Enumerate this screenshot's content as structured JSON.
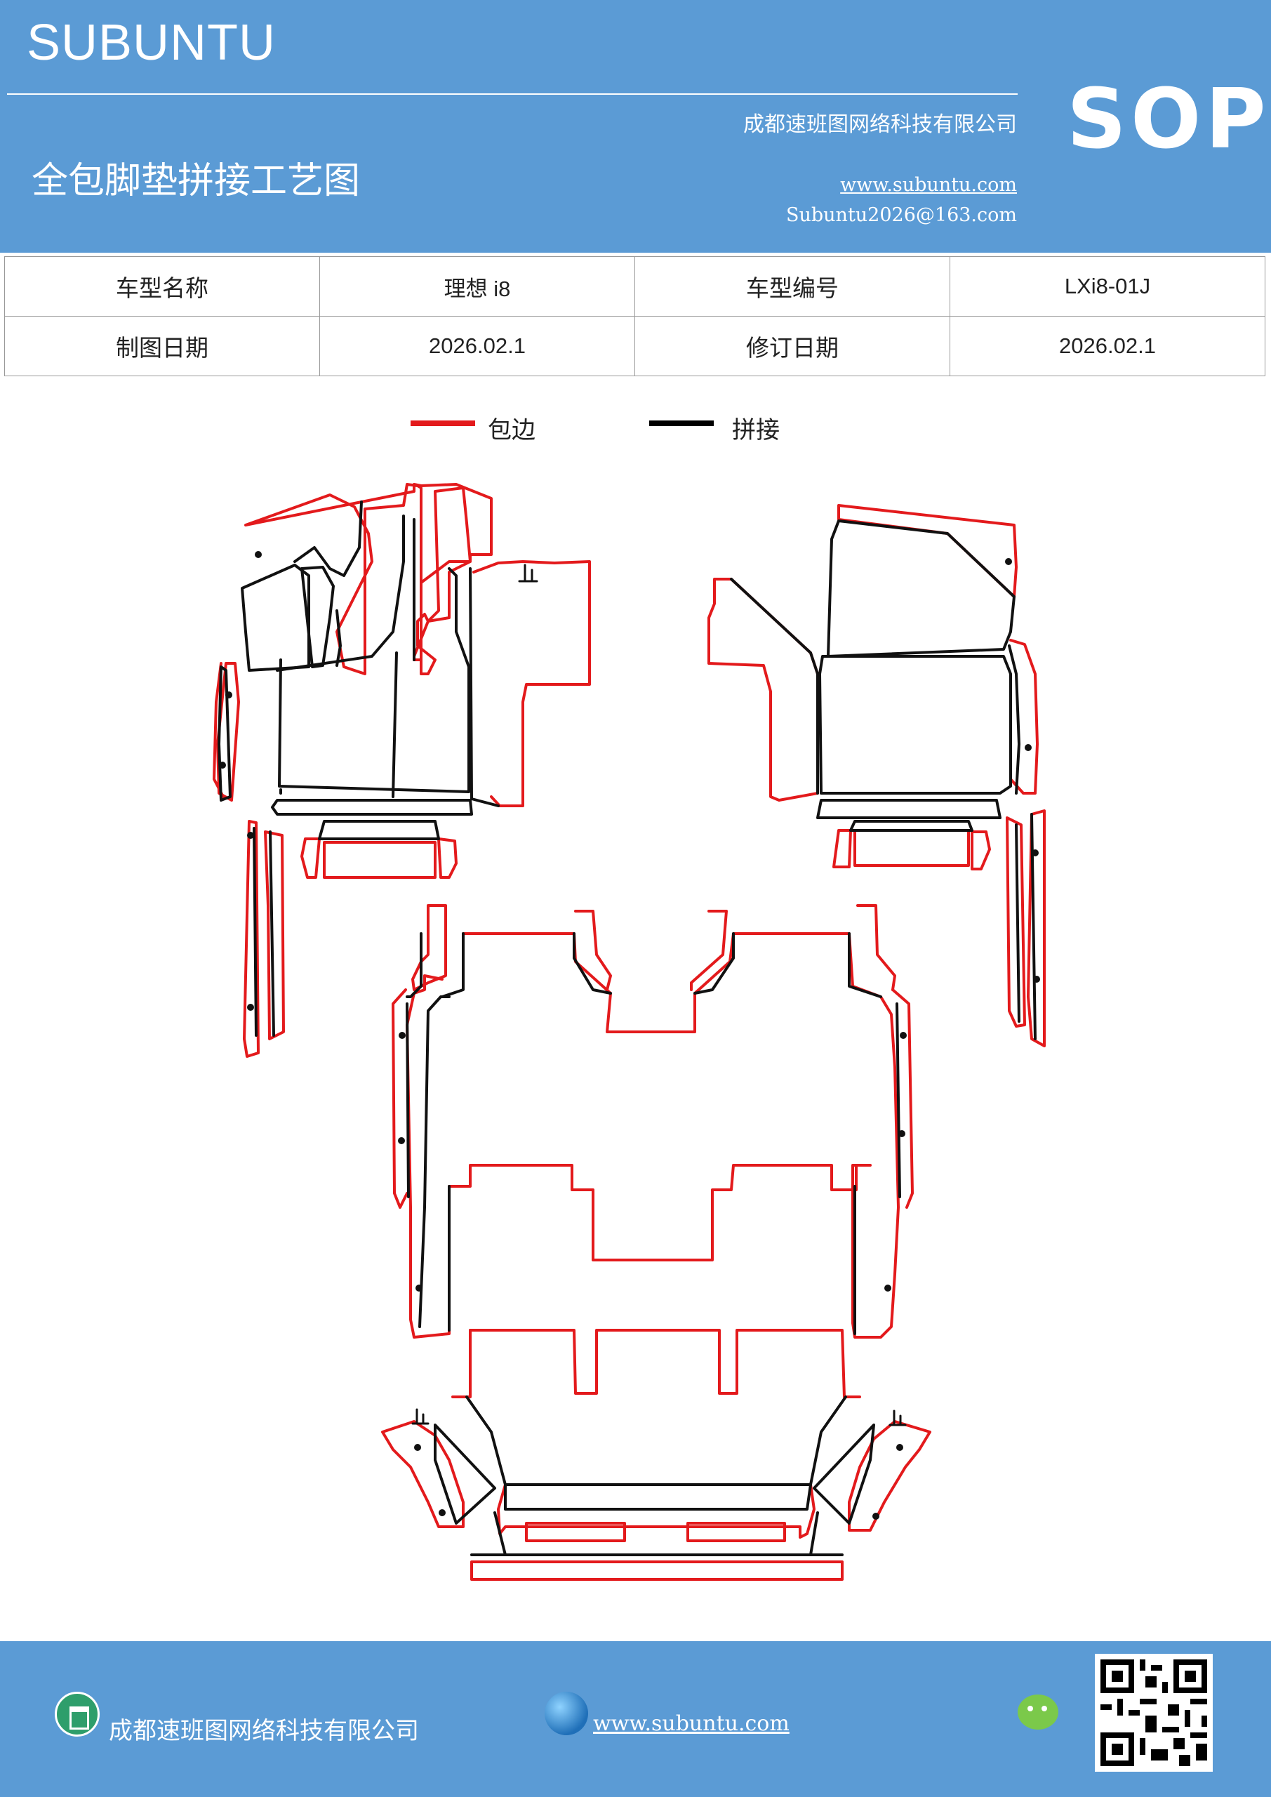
{
  "header": {
    "brand": "SUBUNTU",
    "sop": "SOP",
    "company": "成都速班图网络科技有限公司",
    "title": "全包脚垫拼接工艺图",
    "website": "www.subuntu.com",
    "email": "Subuntu2026@163.com"
  },
  "info_table": {
    "rows": [
      {
        "label1": "车型名称",
        "value1": "理想 i8",
        "label2": "车型编号",
        "value2": "LXi8-01J"
      },
      {
        "label1": "制图日期",
        "value1": "2026.02.1",
        "label2": "修订日期",
        "value2": "2026.02.1"
      }
    ]
  },
  "legend": {
    "items": [
      {
        "label": "包边",
        "color": "#E31A1C"
      },
      {
        "label": "拼接",
        "color": "#000000"
      }
    ]
  },
  "colors": {
    "header_bg": "#5B9BD5",
    "edge": "#E31A1C",
    "seam": "#111111"
  },
  "footer": {
    "company": "成都速班图网络科技有限公司",
    "website": "www.subuntu.com",
    "icons": [
      "building-icon",
      "globe-icon",
      "wechat-icon",
      "qr-code"
    ]
  }
}
